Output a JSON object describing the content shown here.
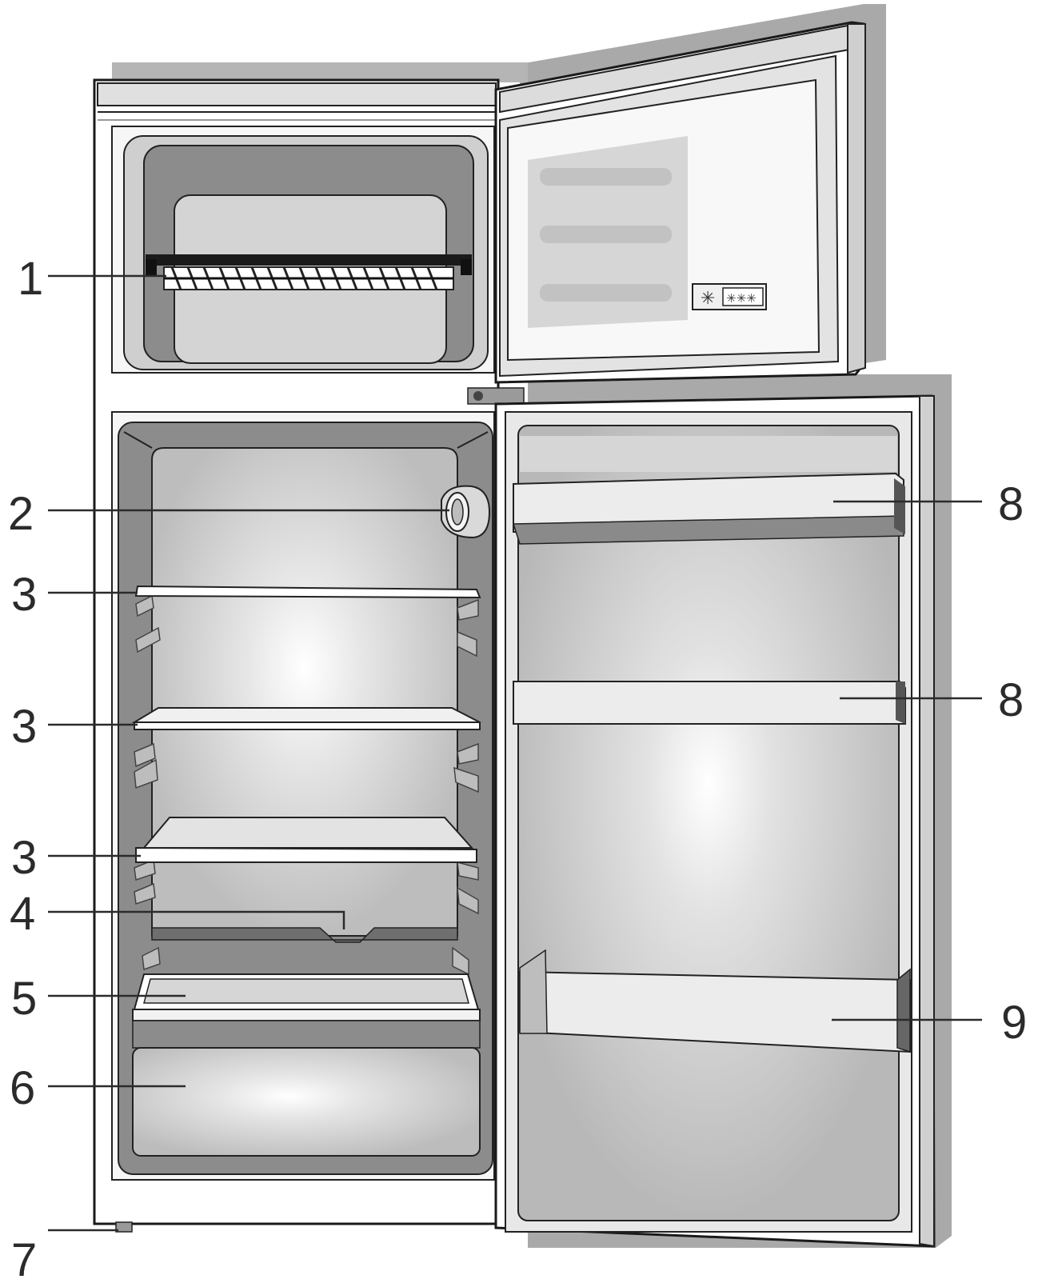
{
  "callouts": {
    "c1": "1",
    "c2": "2",
    "c3a": "3",
    "c3b": "3",
    "c3c": "3",
    "c4": "4",
    "c5": "5",
    "c6": "6",
    "c7": "7",
    "c8a": "8",
    "c8b": "8",
    "c9": "9"
  },
  "colors": {
    "line": "#2b2b2b",
    "shadow": "#a9a9a9",
    "cavity_dark": "#8c8c8c",
    "cavity_light": "#f2f2f2"
  }
}
